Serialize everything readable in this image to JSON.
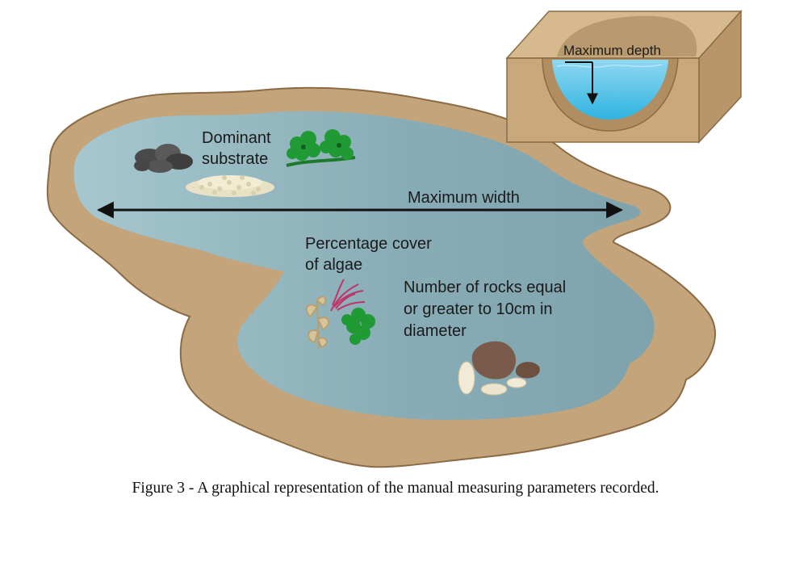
{
  "labels": {
    "dominant_substrate_line1": "Dominant",
    "dominant_substrate_line2": "substrate",
    "maximum_width": "Maximum width",
    "percentage_cover_line1": "Percentage cover",
    "percentage_cover_line2": "of algae",
    "rocks_line1": "Number of rocks equal",
    "rocks_line2": "or greater to 10cm in",
    "rocks_line3": "diameter",
    "maximum_depth": "Maximum depth"
  },
  "caption": "Figure 3 - A graphical representation of the manual measuring parameters recorded.",
  "colors": {
    "rim": "#c4a47a",
    "rim_edge": "#8a6b45",
    "water": "#8fb3bd",
    "water_light": "#a9c9d1",
    "inset_water": "#6ec9ea",
    "text": "#1a1a1a"
  },
  "icons": [
    "rock-pile-icon",
    "sand-pile-icon",
    "green-algae-icon",
    "red-algae-icon",
    "brown-algae-icon",
    "boulder-icon"
  ]
}
